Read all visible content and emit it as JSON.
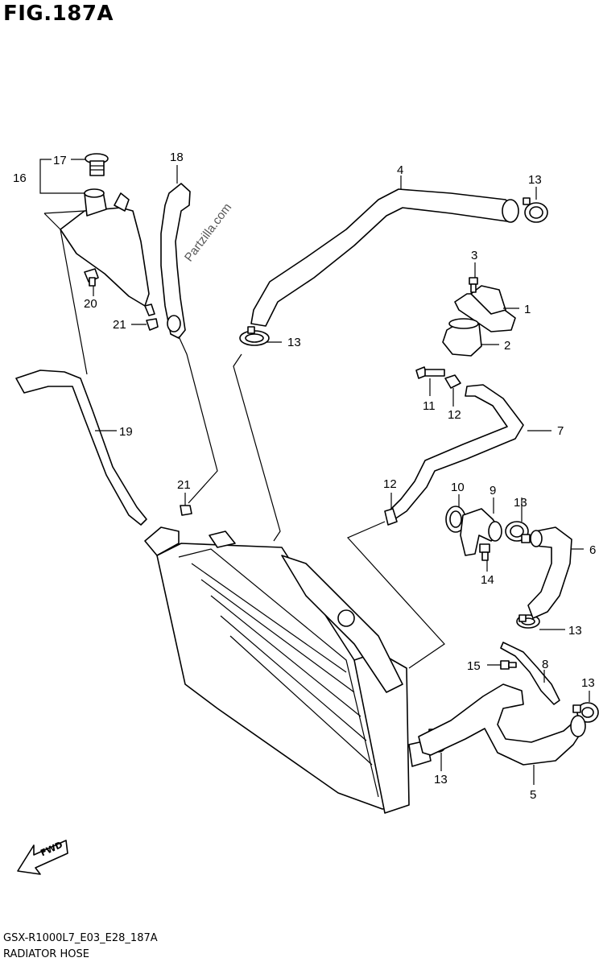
{
  "header": {
    "title": "FIG.187A"
  },
  "footer": {
    "code": "GSX-R1000L7_E03_E28_187A",
    "name": "RADIATOR HOSE"
  },
  "watermark": "Partzilla.com",
  "fwd_label": "FWD",
  "callouts": {
    "c1": "1",
    "c2": "2",
    "c3": "3",
    "c4": "4",
    "c5": "5",
    "c6": "6",
    "c7": "7",
    "c8": "8",
    "c9": "9",
    "c10": "10",
    "c11": "11",
    "c12a": "12",
    "c12b": "12",
    "c13a": "13",
    "c13b": "13",
    "c13c": "13",
    "c13d": "13",
    "c13e": "13",
    "c13f": "13",
    "c14": "14",
    "c15": "15",
    "c16": "16",
    "c17": "17",
    "c18": "18",
    "c19": "19",
    "c20": "20",
    "c21a": "21",
    "c21b": "21"
  }
}
